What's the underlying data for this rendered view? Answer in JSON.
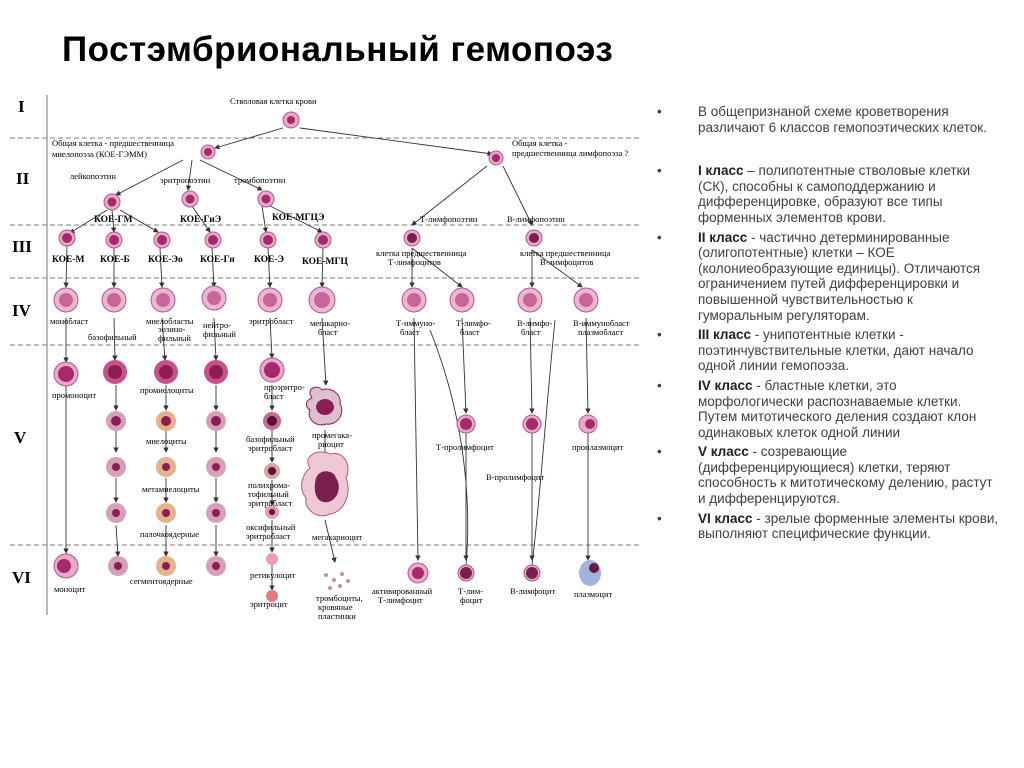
{
  "title": "Постэмбриональный гемопоэз",
  "classes": [
    "I",
    "II",
    "III",
    "IV",
    "V",
    "VI"
  ],
  "labels": {
    "stem": "Стволовая клетка крови",
    "myelo_prog_1": "Общая клетка - предшественница",
    "myelo_prog_2": "миелопоэза (КОЕ-ГЭММ)",
    "lympho_prog_1": "Общая клетка -",
    "lympho_prog_2": "предшественница лимфопоэза ?",
    "leukopoietins": "лейкопоэтин",
    "erythropoietin": "эритропоэтин",
    "thrombopoietin": "тромбопоэтин",
    "koe_gm": "КОЕ-ГМ",
    "koe_gie": "КОЕ-ГиЭ",
    "koe_mgce": "КОЕ-МГЦЭ",
    "t_lymphopoietin": "Т-лимфопоэтин",
    "b_lymphopoietin": "В-лимфопоэтин",
    "koe_m": "КОЕ-М",
    "koe_b": "КОЕ-Б",
    "koe_eo": "КОЕ-Эо",
    "koe_gn": "КОЕ-Гн",
    "koe_e": "КОЕ-Э",
    "koe_mgc": "КОЕ-МГЦ",
    "t_prog_1": "клетка предшественница",
    "t_prog_2": "Т-лимфоцитов",
    "b_prog_1": "клетка предшественница",
    "b_prog_2": "В-лимфоцитов",
    "monoblast": "монобласт",
    "myeloblasts": "миелобласты",
    "basophil": "базофильный",
    "eosino_1": "эозино-",
    "eosino_2": "фильный",
    "neutro_1": "нейтро-",
    "neutro_2": "фильный",
    "erythroblast": "эритробласт",
    "megakaryo_1": "мегакарио-",
    "megakaryo_2": "бласт",
    "t_immunoblast_1": "Т-иммуно-",
    "t_immunoblast_2": "бласт",
    "t_lymphoblast_1": "Т-лимфо-",
    "t_lymphoblast_2": "бласт",
    "b_lymphoblast_1": "В-лимфо-",
    "b_lymphoblast_2": "бласт",
    "b_immunoblast_1": "В-иммунобласт",
    "b_immunoblast_2": "плазмобласт",
    "promonocyte": "промоноцит",
    "promyelocytes": "промиелоциты",
    "proerythro_1": "проэритро-",
    "proerythro_2": "бласт",
    "baso_erythro_1": "базофильный",
    "baso_erythro_2": "эритробласт",
    "promegakaryo_1": "промегака-",
    "promegakaryo_2": "риоцит",
    "myelocytes": "миелоциты",
    "t_prolymphocyte": "Т-пролимфоцит",
    "proplasmocyte": "проплазмоцит",
    "polychromo_1": "полихрома-",
    "polychromo_2": "тофильный",
    "polychromo_3": "эритробласт",
    "b_prolymphocyte": "В-пролимфоцит",
    "metamyelocytes": "метамиелоциты",
    "band": "палочкоядерные",
    "oxyphil_1": "оксифильный",
    "oxyphil_2": "эритробласт",
    "megakaryocyte": "мегакариоцит",
    "reticulocyte": "ретикулоцит",
    "monocyte": "моноцит",
    "segmented": "сегментоядерные",
    "erythrocyte": "эритроцит",
    "platelets_1": "тромбоциты,",
    "platelets_2": "кровяные",
    "platelets_3": "пластинки",
    "activated_1": "активированный",
    "activated_2": "Т-лимфоцит",
    "t_lymphocyte_1": "Т-лим-",
    "t_lymphocyte_2": "фоцит",
    "b_lymphocyte": "В-лимфоцит",
    "plasmocyte": "плазмоцит"
  },
  "notes": [
    {
      "lead": "",
      "text": "В общепризнаной  схеме кроветворения  различают 6 классов гемопоэтических  клеток."
    },
    {
      "lead": "I класс",
      "text": " –  полипотентные стволовые клетки (СК), способны к самоподдержанию и дифференцировке, образуют все типы форменных  элементов крови."
    },
    {
      "lead": "II класс",
      "text": " - частично детерминированные (олигопотентные)  клетки – КОЕ (колониеобразующие  единицы). Отличаются ограничением  путей дифференцировки  и повышенной чувствительностью к гуморальным регуляторам."
    },
    {
      "lead": "III класс",
      "text": " - унипотентные  клетки - поэтинчувствительные клетки, дают начало одной линии гемопоэза."
    },
    {
      "lead": "IV класс",
      "text": " - бластные клетки, это морфологически распознаваемые клетки. Путем митотического деления создают клон одинаковых клеток одной линии"
    },
    {
      "lead": "V класс",
      "text": " - созревающие (дифференцирующиеся) клетки, теряют способность к митотическому делению, растут и дифференцируются."
    },
    {
      "lead": "VI класс",
      "text": " - зрелые форменные элементы крови, выполняют специфические функции."
    }
  ],
  "colors": {
    "cell_outer": "#e7a9cc",
    "cell_nucleus": "#a8286c",
    "erythro_cell": "#c96a93",
    "grid": "#555555"
  }
}
